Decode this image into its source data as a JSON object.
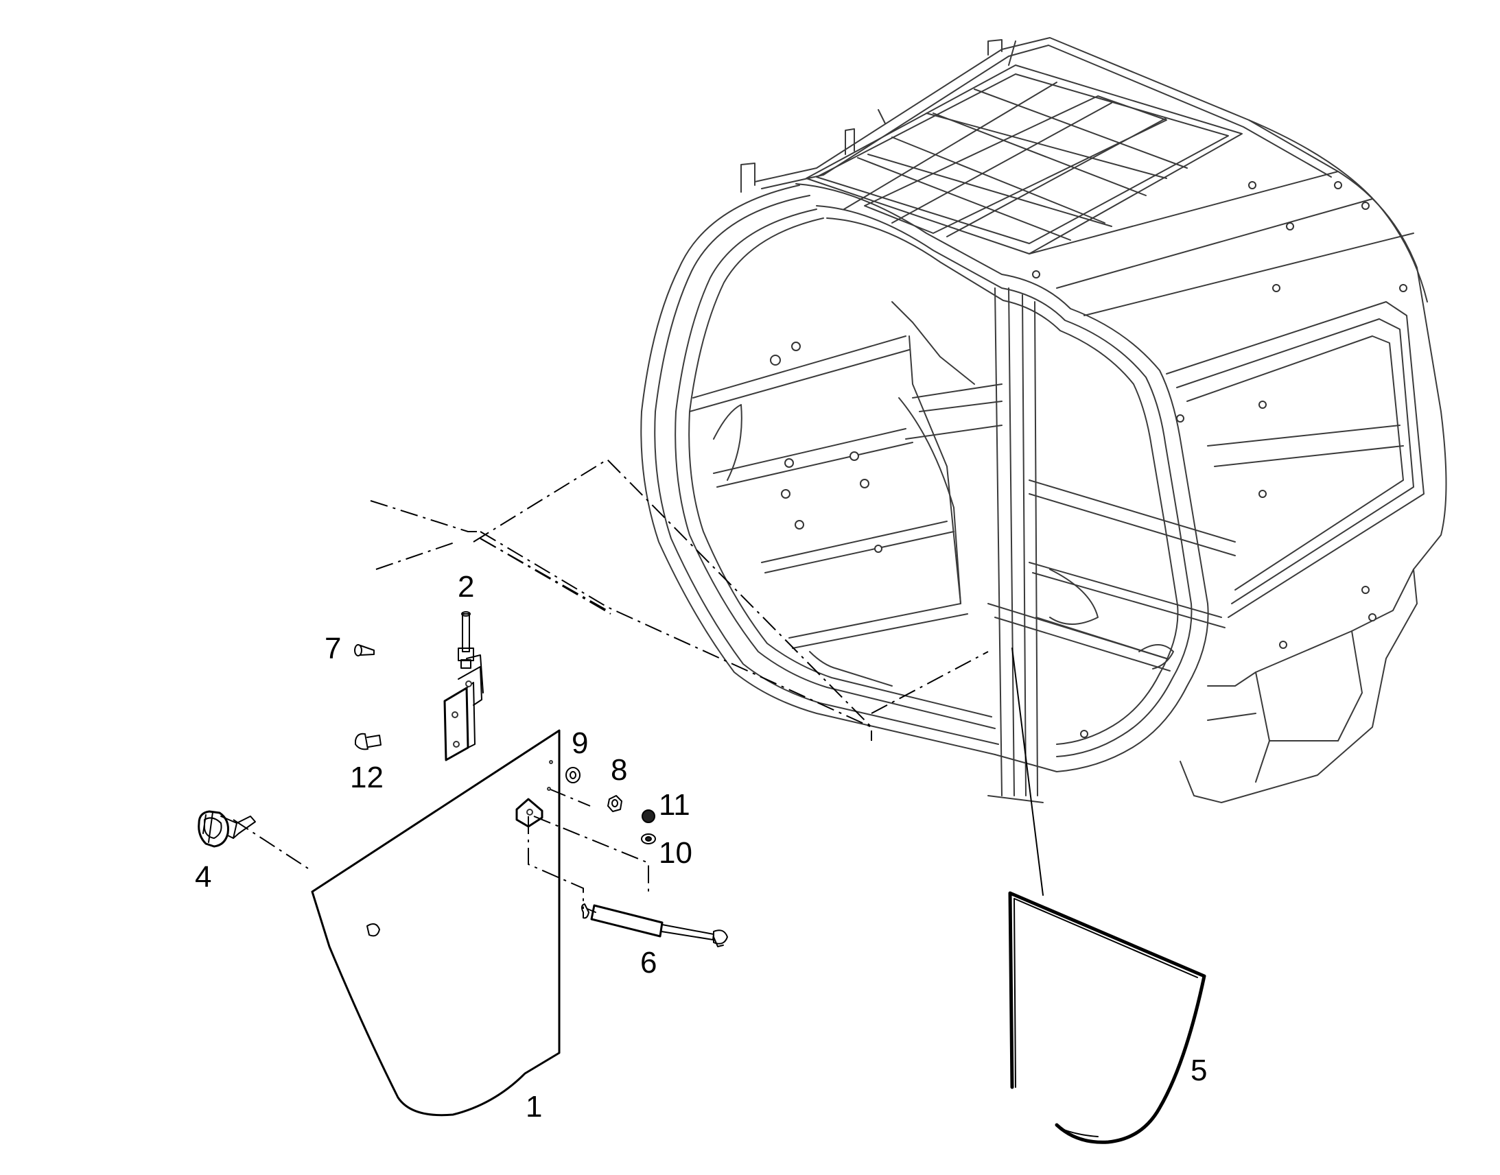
{
  "title": "",
  "callouts": [
    {
      "id": "p1",
      "label": "1"
    },
    {
      "id": "p2",
      "label": "2"
    },
    {
      "id": "p4",
      "label": "4"
    },
    {
      "id": "p5",
      "label": "5"
    },
    {
      "id": "p6",
      "label": "6"
    },
    {
      "id": "p7",
      "label": "7"
    },
    {
      "id": "p8",
      "label": "8"
    },
    {
      "id": "p9",
      "label": "9"
    },
    {
      "id": "p10",
      "label": "10"
    },
    {
      "id": "p11",
      "label": "11"
    },
    {
      "id": "p12",
      "label": "12"
    }
  ],
  "parts": [
    "cab-frame",
    "door-window-glass",
    "hinge-pin",
    "hinge-bracket",
    "latch-lock",
    "rubber-seal",
    "gas-strut",
    "screws",
    "washers",
    "nuts"
  ]
}
